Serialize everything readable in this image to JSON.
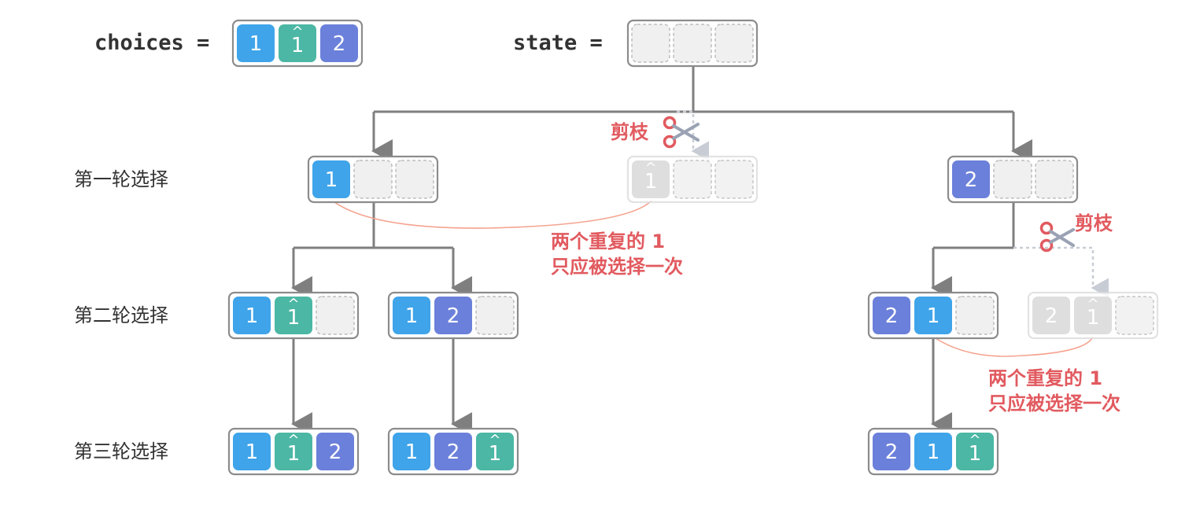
{
  "labels": {
    "choices": "choices =",
    "state": "state =",
    "round1": "第一轮选择",
    "round2": "第二轮选择",
    "round3": "第三轮选择",
    "prune": "剪枝",
    "dup_line1": "两个重复的 1",
    "dup_line2": "只应被选择一次"
  },
  "choices": [
    "1",
    "1̂",
    "2"
  ],
  "colors": {
    "one": "#3fa4e9",
    "one_hat": "#4bb7a4",
    "two": "#6b80da",
    "pruned": "#d9d9d9",
    "empty": "#f0f0f0",
    "edge": "#7f7f7f",
    "note": "#e15a5f",
    "note_line": "#f5a38e"
  },
  "nodes": {
    "root": [
      null,
      null,
      null
    ],
    "r1_a": [
      "1",
      null,
      null
    ],
    "r1_pruned": [
      "1̂",
      null,
      null
    ],
    "r1_b": [
      "2",
      null,
      null
    ],
    "r2_a": [
      "1",
      "1̂",
      null
    ],
    "r2_b": [
      "1",
      "2",
      null
    ],
    "r2_c": [
      "2",
      "1",
      null
    ],
    "r2_pruned": [
      "2",
      "1̂",
      null
    ],
    "r3_a": [
      "1",
      "1̂",
      "2"
    ],
    "r3_b": [
      "1",
      "2",
      "1̂"
    ],
    "r3_c": [
      "2",
      "1",
      "1̂"
    ]
  }
}
